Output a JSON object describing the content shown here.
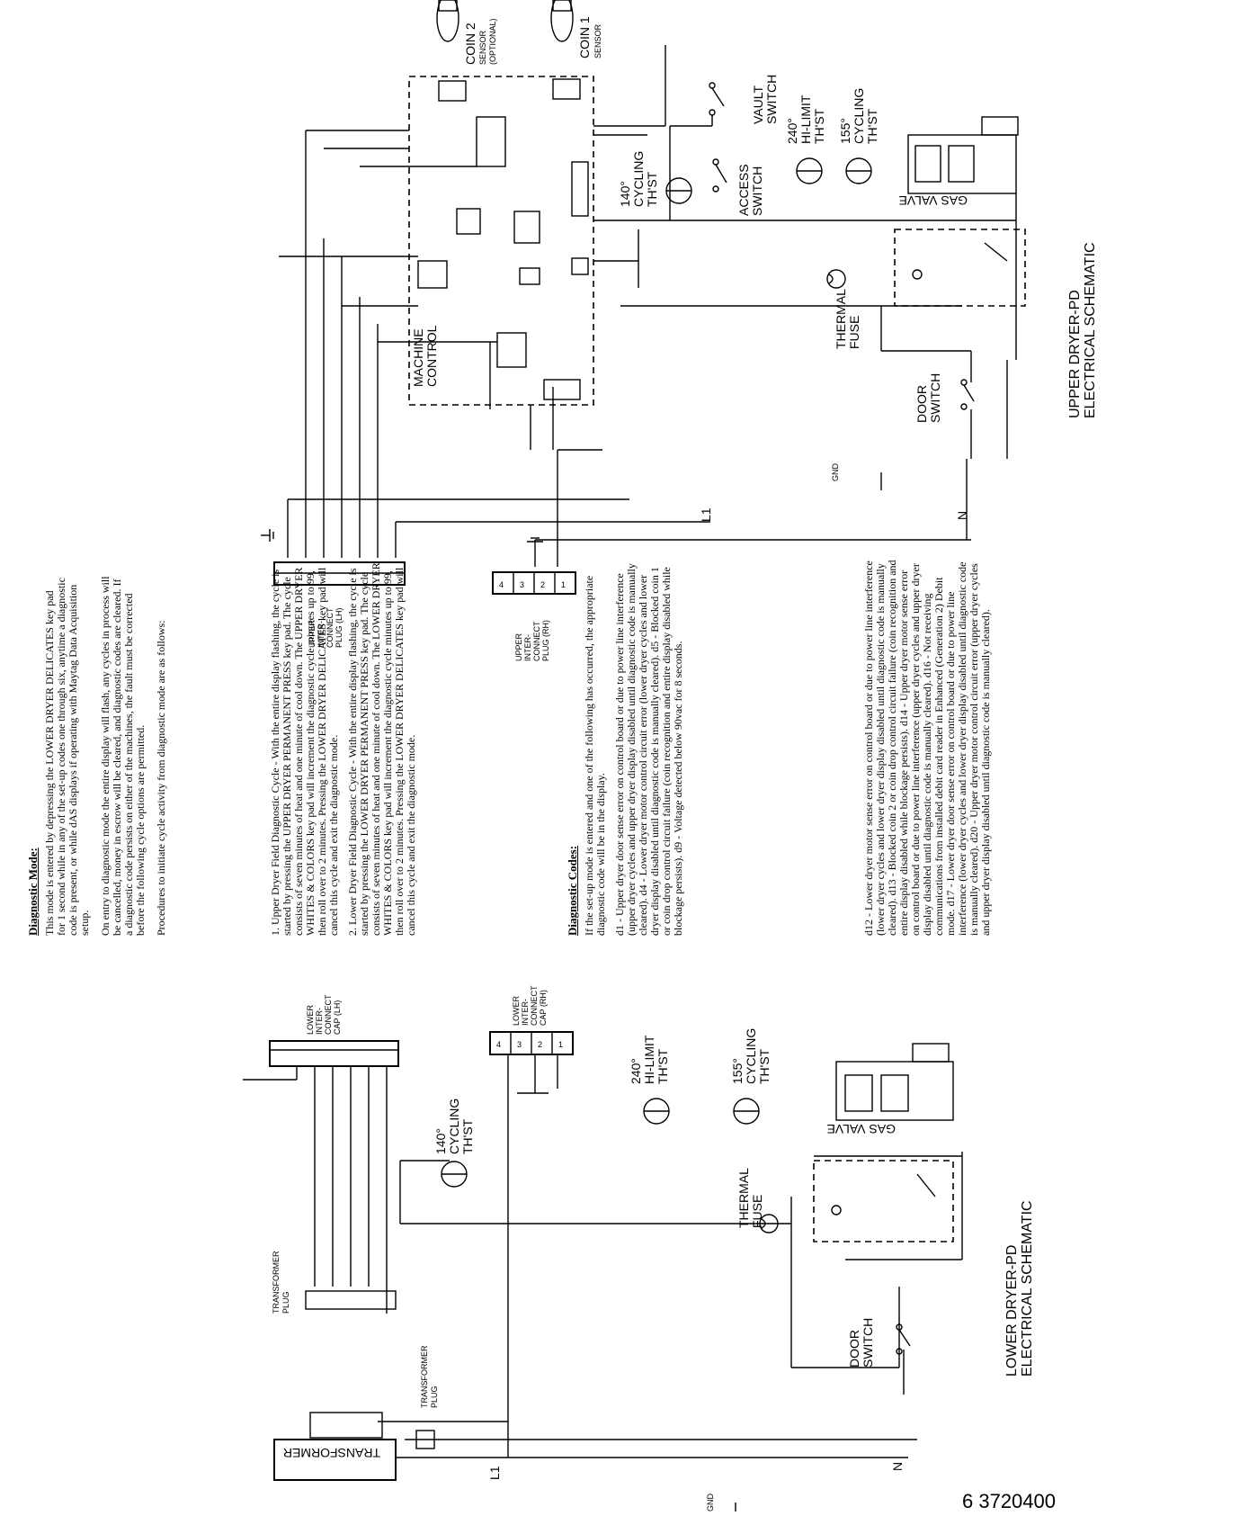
{
  "doc_number": "6 3720400",
  "upper": {
    "title_1": "UPPER DRYER-PD",
    "title_2": "ELECTRICAL SCHEMATIC",
    "coin2": "COIN 2",
    "coin2_sub1": "SENSOR",
    "coin2_sub2": "(OPTIONAL)",
    "coin1": "COIN 1",
    "coin1_sub": "SENSOR",
    "vault_1": "VAULT",
    "vault_2": "SWITCH",
    "access_1": "ACCESS",
    "access_2": "SWITCH",
    "cyc140_1": "140°",
    "cyc140_2": "CYCLING",
    "cyc140_3": "TH'ST",
    "hi240_1": "240°",
    "hi240_2": "HI-LIMIT",
    "hi240_3": "TH'ST",
    "cyc155_1": "155°",
    "cyc155_2": "CYCLING",
    "cyc155_3": "TH'ST",
    "gas_valve": "GAS VALVE",
    "thermal_1": "THERMAL",
    "thermal_2": "FUSE",
    "door_1": "DOOR",
    "door_2": "SWITCH",
    "machine_1": "MACHINE",
    "machine_2": "CONTROL",
    "gnd": "GND",
    "l1": "L1",
    "n": "N",
    "plug_lh": [
      "UPPER",
      "INTER-",
      "CONNECT",
      "PLUG (LH)"
    ],
    "plug_rh": [
      "UPPER",
      "INTER-",
      "CONNECT",
      "PLUG (RH)"
    ],
    "rh_pins": [
      "4",
      "3",
      "2",
      "1"
    ]
  },
  "lower": {
    "title_1": "LOWER DRYER-PD",
    "title_2": "ELECTRICAL SCHEMATIC",
    "transformer": "TRANSFORMER",
    "tplug_1": "TRANSFORMER",
    "tplug_2": "PLUG",
    "tplug2_1": "TRANSFORMER",
    "tplug2_2": "PLUG",
    "cyc140_1": "140°",
    "cyc140_2": "CYCLING",
    "cyc140_3": "TH'ST",
    "hi240_1": "240°",
    "hi240_2": "HI-LIMIT",
    "hi240_3": "TH'ST",
    "cyc155_1": "155°",
    "cyc155_2": "CYCLING",
    "cyc155_3": "TH'ST",
    "gas_valve": "GAS VALVE",
    "thermal_1": "THERMAL",
    "thermal_2": "FUSE",
    "door_1": "DOOR",
    "door_2": "SWITCH",
    "gnd": "GND",
    "l1": "L1",
    "n": "N",
    "cap_lh": [
      "LOWER",
      "INTER-",
      "CONNECT",
      "CAP (LH)"
    ],
    "cap_rh": [
      "LOWER",
      "INTER-",
      "CONNECT",
      "CAP (RH)"
    ],
    "rh_pins": [
      "4",
      "3",
      "2",
      "1"
    ]
  },
  "notes": {
    "heading": "Diagnostic Mode:",
    "p1": "This mode is entered by depressing the LOWER DRYER DELICATES key pad for 1 second while in any of the set-up codes one through six, anytime a diagnostic code is present, or while dAS displays if operating with Maytag Data Acquisition setup.",
    "p2": "On entry to diagnostic mode the entire display will flash, any cycles in process will be cancelled, money in escrow will be cleared, and diagnostic codes are cleared. If a diagnostic code persists on either of the machines, the fault must be corrected before the following cycle options are permitted.",
    "p3": "Procedures to initiate cycle activity from diagnostic mode are as follows:",
    "p4": "1. Upper Dryer Field Diagnostic Cycle - With the entire display flashing, the cycle is started by pressing the UPPER DRYER PERMANENT PRESS key pad. The cycle consists of seven minutes of heat and one minute of cool down. The UPPER DRYER WHITES & COLORS key pad will increment the diagnostic cycle minutes up to 99, then roll over to 2 minutes. Pressing the LOWER DRYER DELICATES key pad will cancel this cycle and exit the diagnostic mode.",
    "p5": "2. Lower Dryer Field Diagnostic Cycle - With the entire display flashing, the cycle is started by pressing the LOWER DRYER PERMANENT PRESS key pad. The cycle consists of seven minutes of heat and one minute of cool down. The LOWER DRYER WHITES & COLORS key pad will increment the diagnostic cycle minutes up to 99, then roll over to 2 minutes. Pressing the LOWER DRYER DELICATES key pad will cancel this cycle and exit the diagnostic mode.",
    "codes_heading": "Diagnostic Codes:",
    "p6": "If the set-up mode is entered and one of the following has occurred, the appropriate diagnostic code will be in the display.",
    "p7": "d1 - Upper dryer door sense error on control board or due to power line interference (upper dryer cycles and upper dryer display disabled until diagnostic code is manually cleared). d4 - Lower dryer motor control circuit error (lower dryer cycles and lower dryer display disabled until diagnostic code is manually cleared). d5 - Blocked coin 1 or coin drop control circuit failure (coin recognition and entire display disabled while blockage persists). d9 - Voltage detected below 90vac for 8 seconds.",
    "p8": "d12 - Lower dryer motor sense error on control board or due to power line interference (lower dryer cycles and lower dryer display disabled until diagnostic code is manually cleared). d13 - Blocked coin 2 or coin drop control circuit failure (coin recognition and entire display disabled while blockage persists). d14 - Upper dryer motor sense error on control board or due to power line interference (upper dryer cycles and upper dryer display disabled until diagnostic code is manually cleared). d16 - Not receiving communications from installed debit card reader in Enhanced (Generation 2) Debit mode. d17 - Lower dryer door sense error on control board or due to power line interference (lower dryer cycles and lower dryer display disabled until diagnostic code is manually cleared). d20 - Upper dryer motor control circuit error (upper dryer cycles and upper dryer display disabled until diagnostic code is manually cleared)."
  }
}
